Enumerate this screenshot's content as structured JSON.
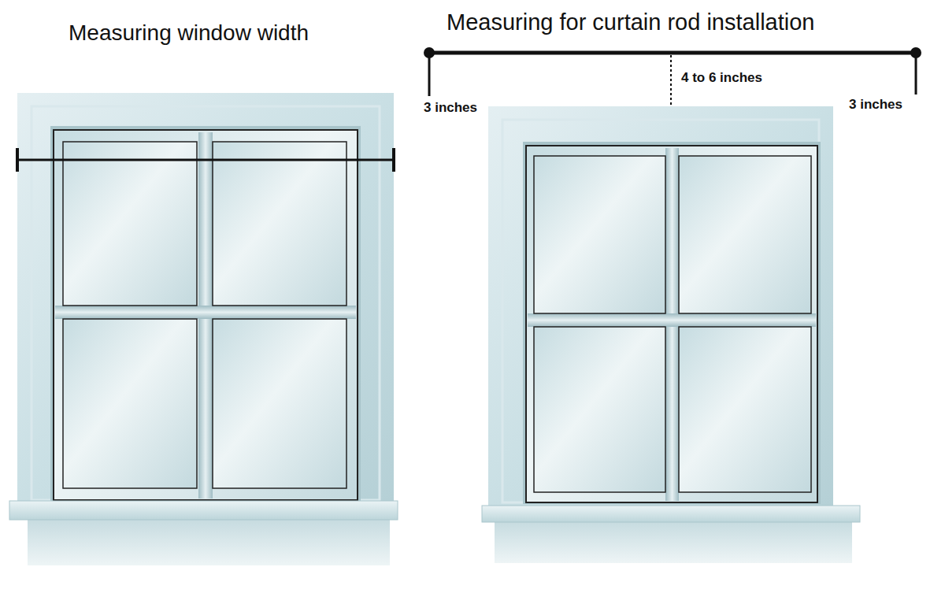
{
  "diagram": {
    "labels": [
      "Measuring window width",
      "Measuring for curtain rod installation",
      "3 inches",
      "4 to 6 inches",
      "3 inches"
    ]
  }
}
